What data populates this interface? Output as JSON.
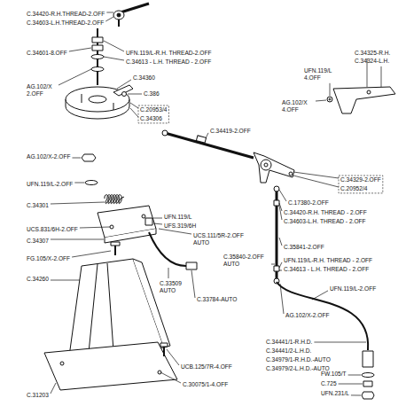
{
  "diagram": {
    "labels": [
      "C.34420-R.H.THREAD-2.OFF",
      "C.34603-L.H.THREAD-2.OFF",
      "C.34601-8.OFF",
      "AG.102/X 2.OFF",
      "UFN.119/L-R.H. THREAD-2.OFF",
      "C.34613 - L.H. THREAD - 2.OFF",
      "C.34360",
      "C.386",
      "C.20953/4",
      "C.34306",
      "C.34325-R.H.",
      "C.34324-L.H.",
      "UFN.119/L 4.OFF",
      "AG.102/X 4.OFF",
      "C.34419-2.OFF",
      "AG.102/X-2.OFF",
      "UFN.119/L-2.OFF",
      "C.34301",
      "UFN.119/L",
      "UFS.319/6H",
      "UCS.111/5R-2.OFF AUTO",
      "C.34329-2.OFF",
      "C.20952/4",
      "C.17380-2.OFF",
      "C.34420-R.H. THREAD - 2.OFF",
      "C.34603-L.H. THREAD - 2.OFF",
      "UCS.831/6H-2.OFF",
      "C.35840-2.OFF AUTO",
      "C.35841-2.OFF",
      "C.34307",
      "UFN.119/L-R.H. THREAD - 2.OFF",
      "C.34613 - L.H. THREAD - 2.OFF",
      "FG.105/X-2.OFF",
      "C.33509 AUTO",
      "C.33784-AUTO",
      "UFN.119/L-2.OFF",
      "AG.102/X-2.OFF",
      "C.34260",
      "UCB.125/7R-4.OFF",
      "C.30075/1-4.OFF",
      "C.34441/1-R.H.D.",
      "C.34441/2-L.H.D.",
      "C.34979/1-R.H.D.-AUTO",
      "C.34979/2-L.H.D.-AUTO",
      "FW.105/T",
      "C.725",
      "UFN.231/L",
      "C.31203"
    ]
  }
}
